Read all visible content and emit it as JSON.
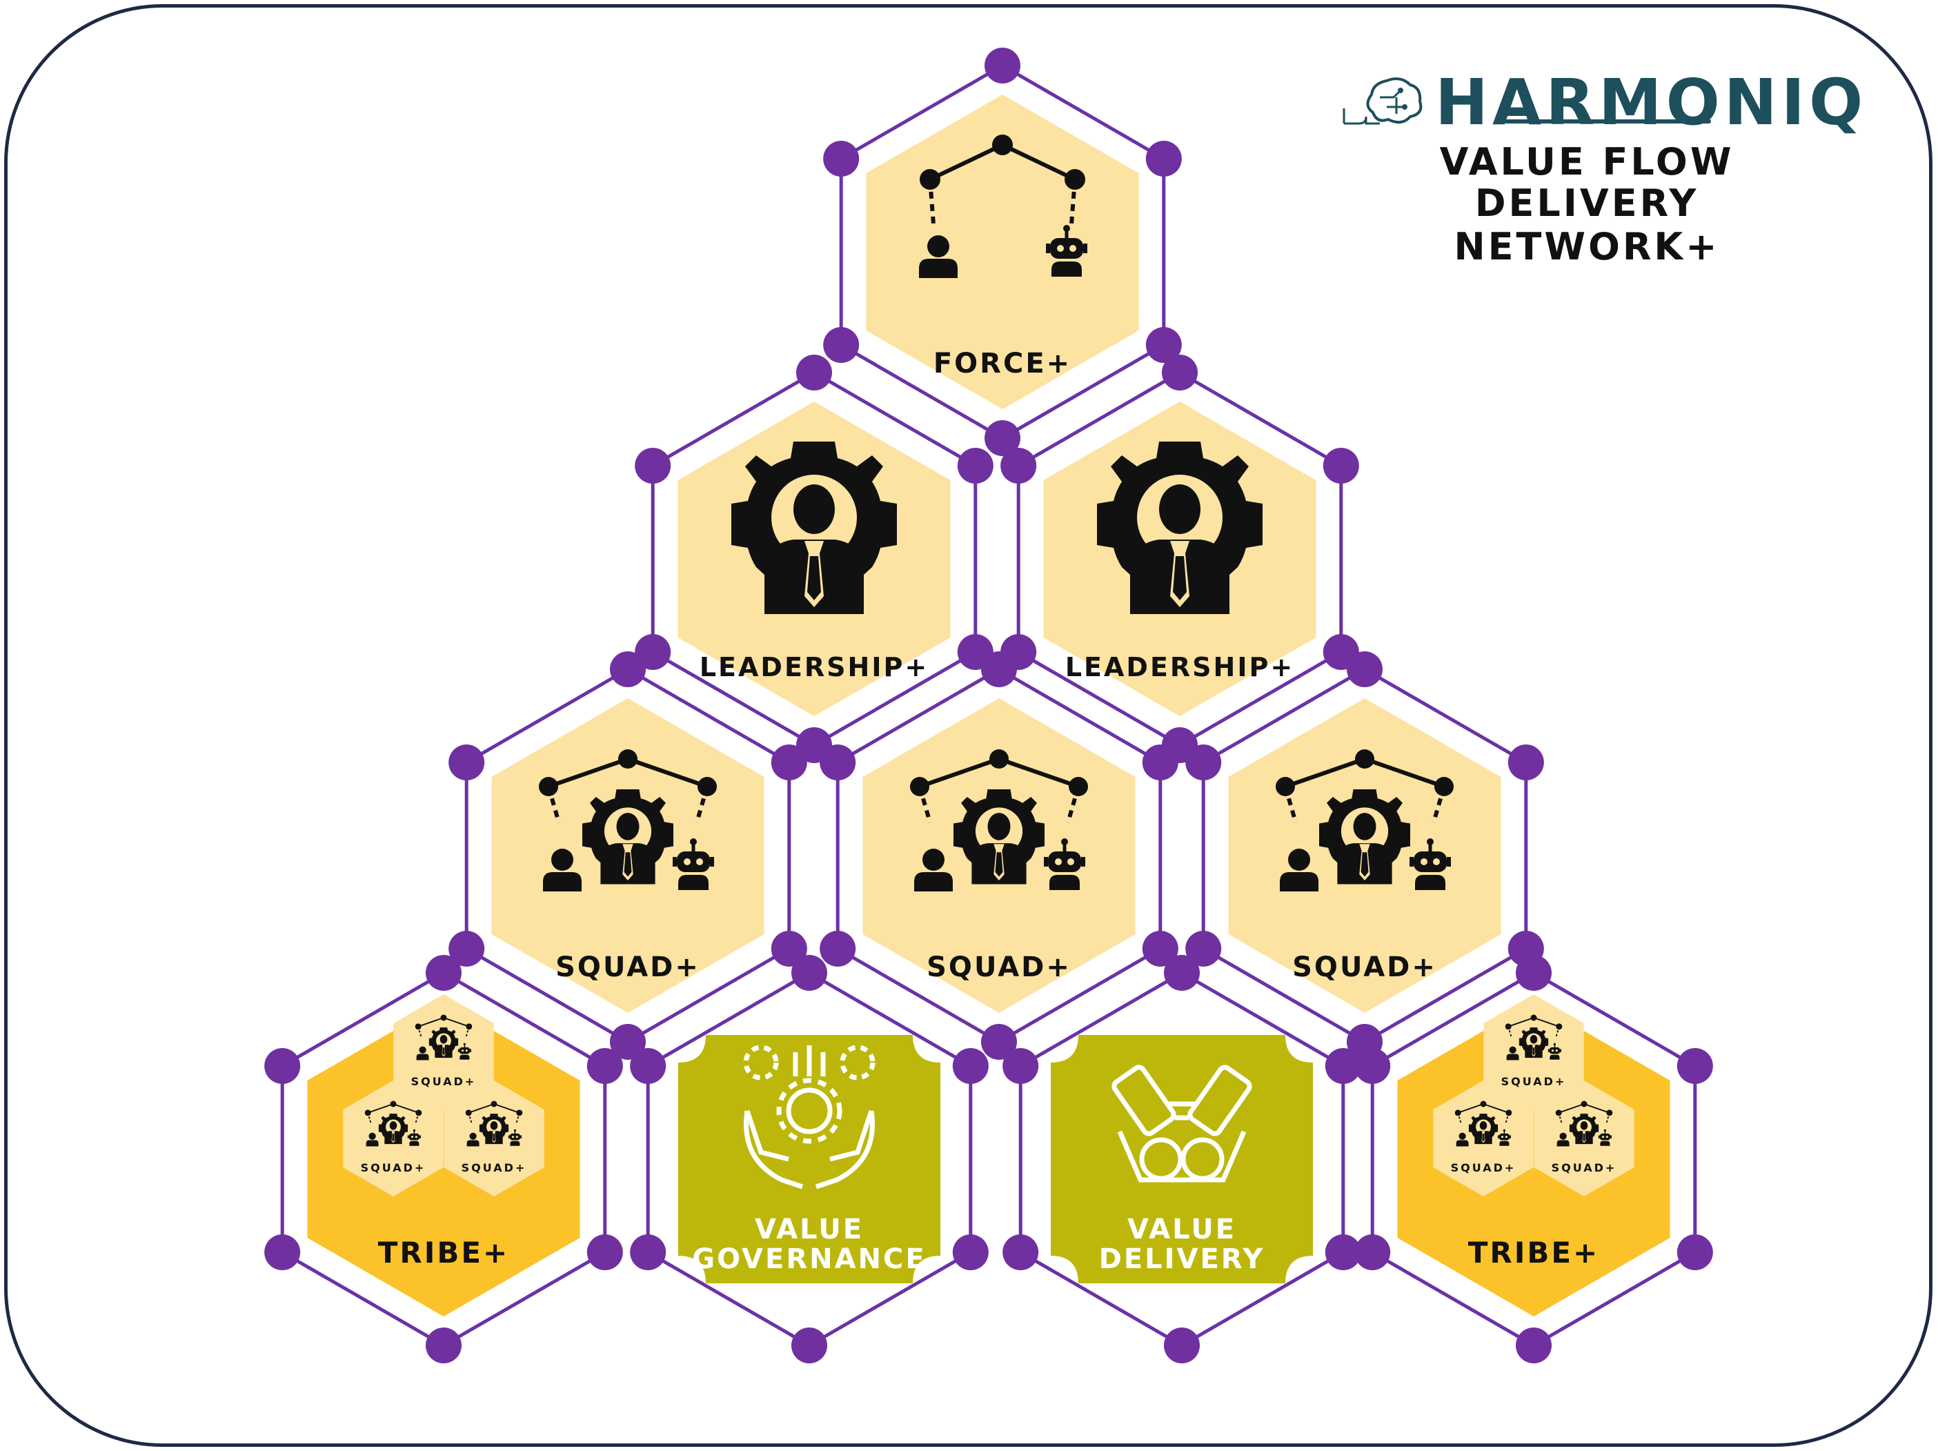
{
  "brand": {
    "name": "HARMONIQ",
    "title_line1": "VALUE FLOW",
    "title_line2": "DELIVERY NETWORK+"
  },
  "colors": {
    "frame": "#1e2a44",
    "connector": "#6a32a8",
    "node": "#7030a0",
    "hex_light": "#fde3a1",
    "hex_tribe": "#fbc22a",
    "hex_value": "#bdb70c",
    "icon": "#111111"
  },
  "cells": {
    "force": {
      "label": "FORCE+",
      "icon": "network-people-robot-icon"
    },
    "leadership_left": {
      "label": "LEADERSHIP+",
      "icon": "leader-gear-icon"
    },
    "leadership_right": {
      "label": "LEADERSHIP+",
      "icon": "leader-gear-icon"
    },
    "squad_left": {
      "label": "SQUAD+",
      "icon": "squad-network-icon"
    },
    "squad_middle": {
      "label": "SQUAD+",
      "icon": "squad-network-icon"
    },
    "squad_right": {
      "label": "SQUAD+",
      "icon": "squad-network-icon"
    },
    "tribe_left": {
      "label": "TRIBE+",
      "sub_labels": [
        "SQUAD+",
        "SQUAD+",
        "SQUAD+"
      ]
    },
    "value_governance": {
      "label_line1": "VALUE",
      "label_line2": "GOVERNANCE",
      "icon": "gears-hands-icon"
    },
    "value_delivery": {
      "label_line1": "VALUE",
      "label_line2": "DELIVERY",
      "icon": "engine-icon"
    },
    "tribe_right": {
      "label": "TRIBE+",
      "sub_labels": [
        "SQUAD+",
        "SQUAD+",
        "SQUAD+"
      ]
    }
  }
}
